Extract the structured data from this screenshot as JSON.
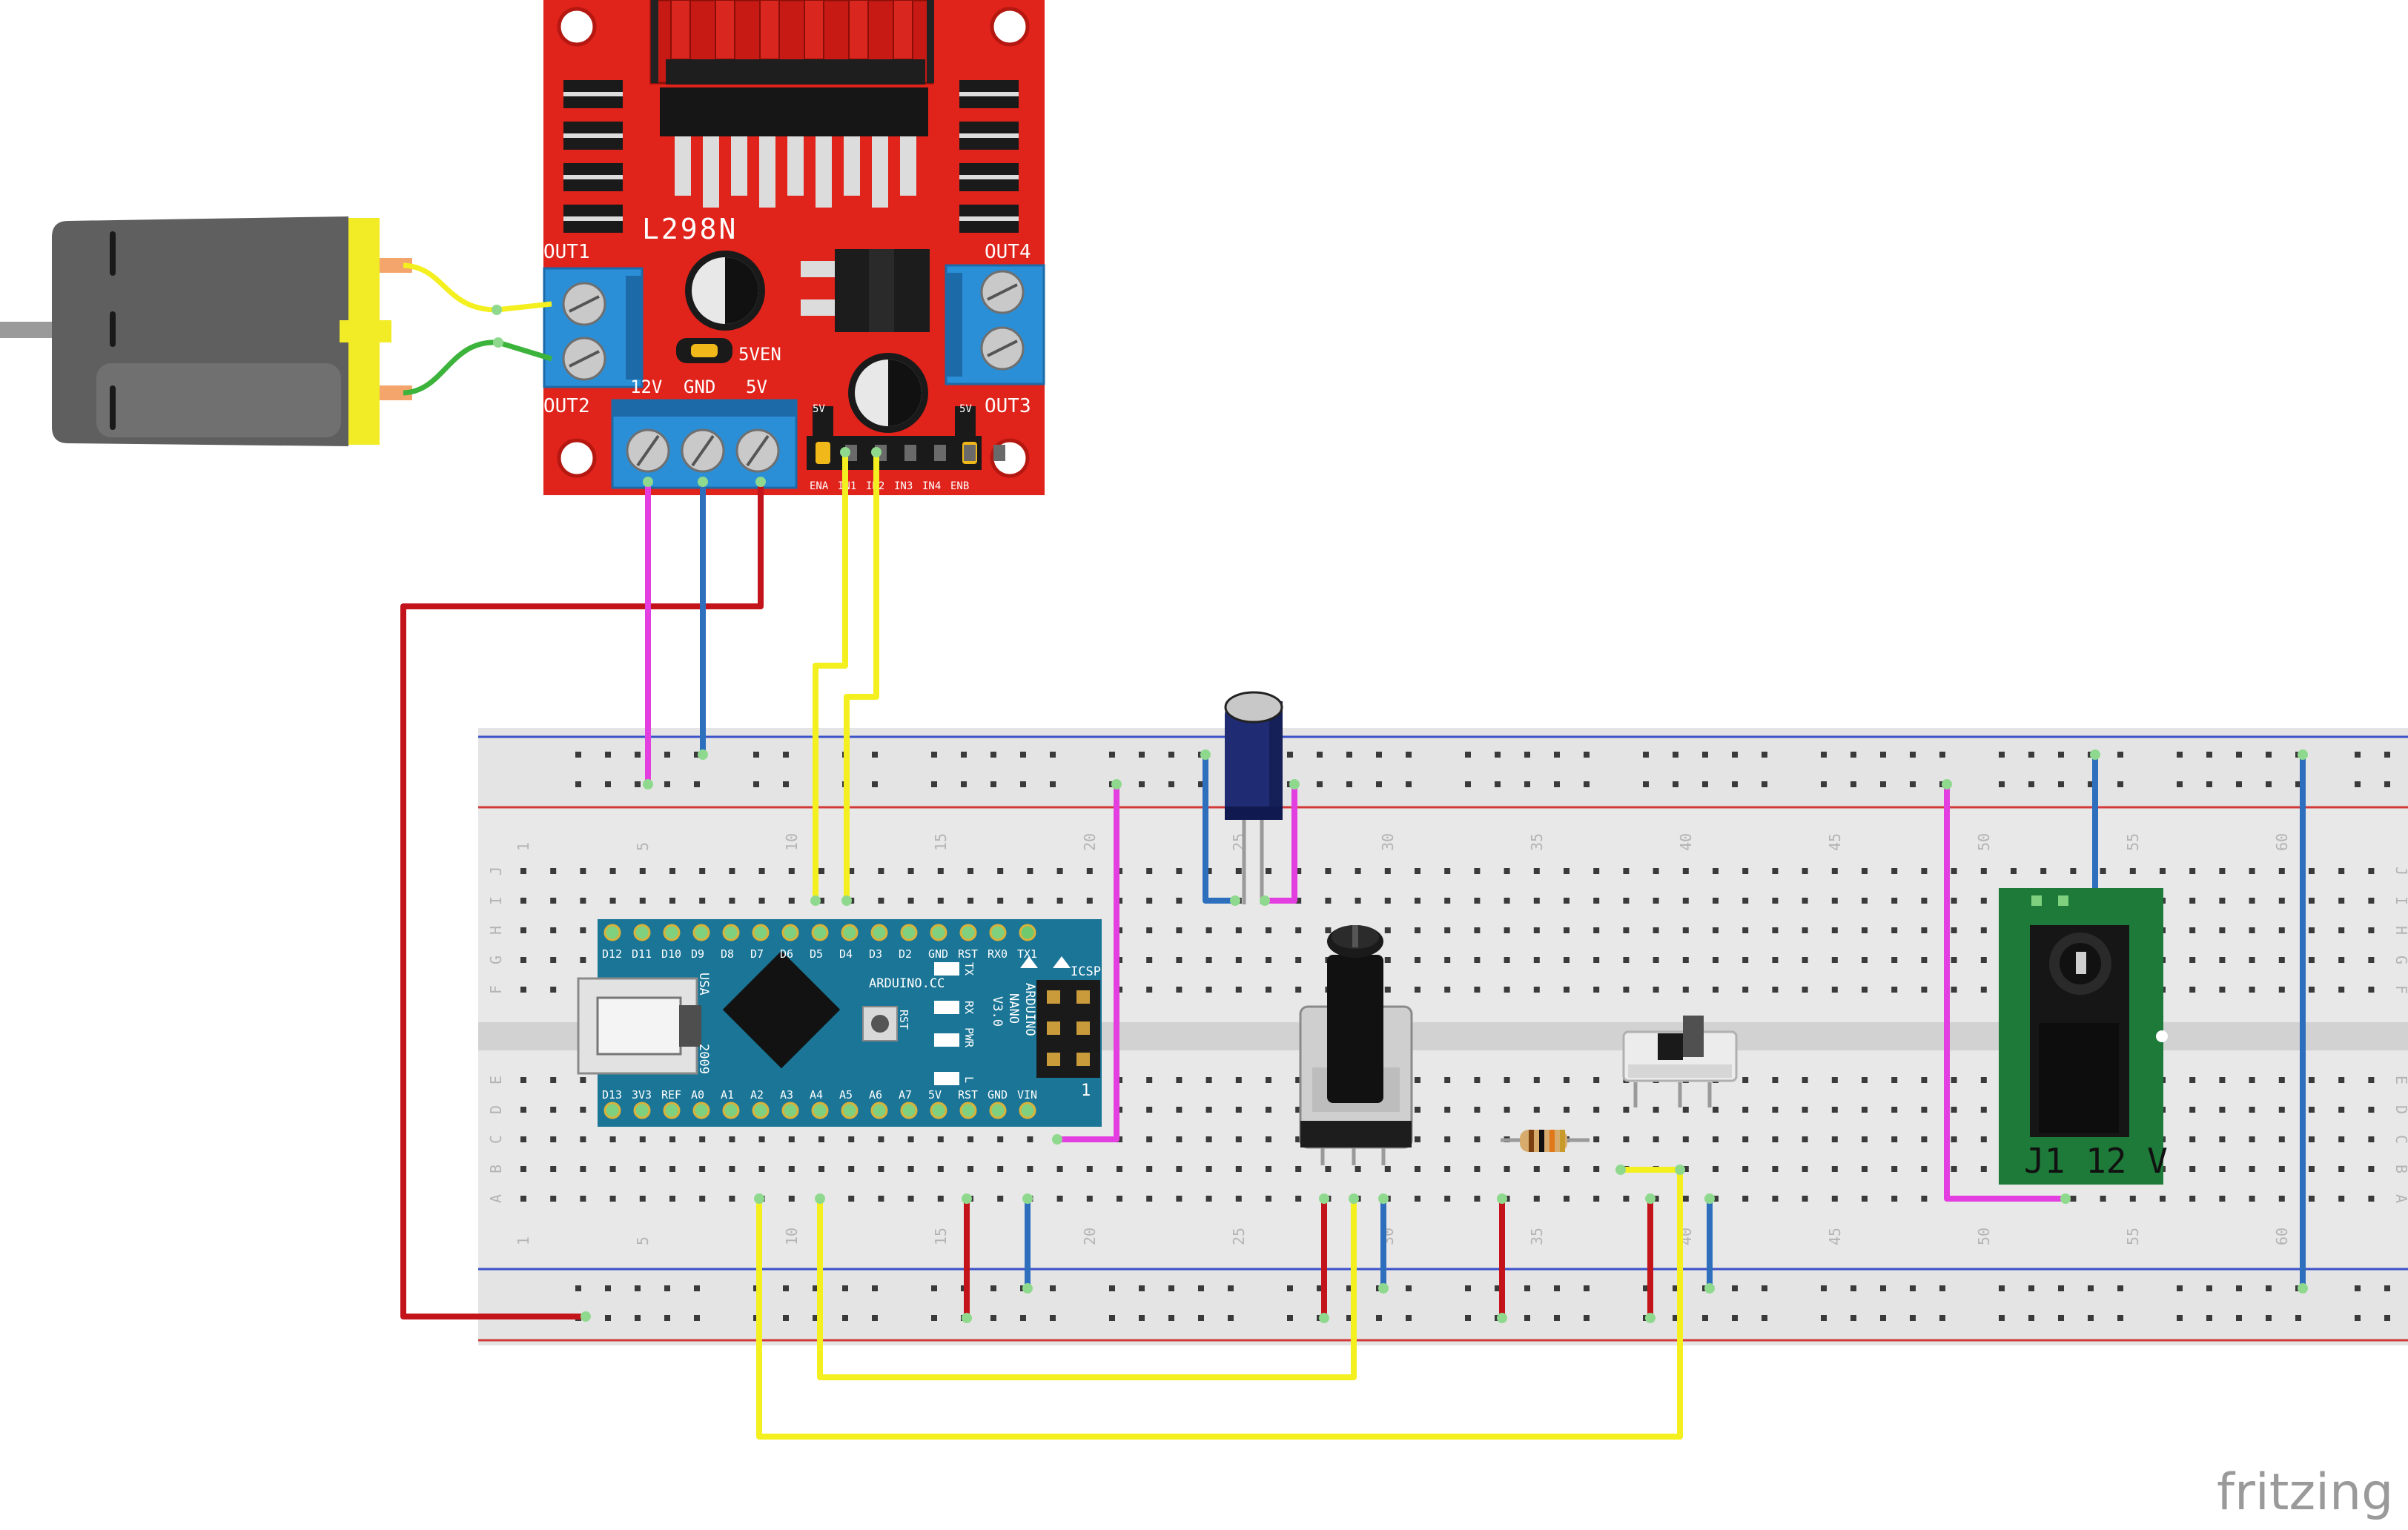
{
  "driver": {
    "name": "L298N",
    "out1": "OUT1",
    "out2": "OUT2",
    "out3": "OUT3",
    "out4": "OUT4",
    "enable_jumper": "5VEN",
    "power_terminals": [
      "12V",
      "GND",
      "5V"
    ],
    "header_small_left": "5V",
    "header_small_right": "5V",
    "header_pins": [
      "ENA",
      "IN1",
      "IN2",
      "IN3",
      "IN4",
      "ENB"
    ],
    "color": "#e0231b"
  },
  "nano": {
    "top_pins": [
      "D12",
      "D11",
      "D10",
      "D9",
      "D8",
      "D7",
      "D6",
      "D5",
      "D4",
      "D3",
      "D2",
      "GND",
      "RST",
      "RX0",
      "TX1"
    ],
    "bottom_pins": [
      "D13",
      "3V3",
      "REF",
      "A0",
      "A1",
      "A2",
      "A3",
      "A4",
      "A5",
      "A6",
      "A7",
      "5V",
      "RST",
      "GND",
      "VIN"
    ],
    "brand": "ARDUINO.CC",
    "model_lines": [
      "ARDUINO",
      "NANO",
      "V3.0"
    ],
    "country": "USA",
    "year": "2009",
    "led_labels": [
      "TX",
      "RX",
      "PWR",
      "L"
    ],
    "reset_label": "RST",
    "icsp_label": "ICSP",
    "icsp_pin1": "1",
    "color": "#1a7596"
  },
  "breadboard": {
    "row_letters": [
      "J",
      "I",
      "H",
      "G",
      "F",
      "E",
      "D",
      "C",
      "B",
      "A"
    ],
    "column_numbers": [
      "1",
      "5",
      "10",
      "15",
      "20",
      "25",
      "30",
      "35",
      "40",
      "45",
      "50",
      "55",
      "60"
    ]
  },
  "power_jack": {
    "label": "J1 12 V"
  },
  "watermark": "fritzing",
  "wire_colors": {
    "red": "#c4141b",
    "blue": "#2e6fbd",
    "yellow": "#f4ef1f",
    "magenta": "#e33ee0",
    "green": "#3cb43c",
    "orange": "#f0a23c"
  }
}
